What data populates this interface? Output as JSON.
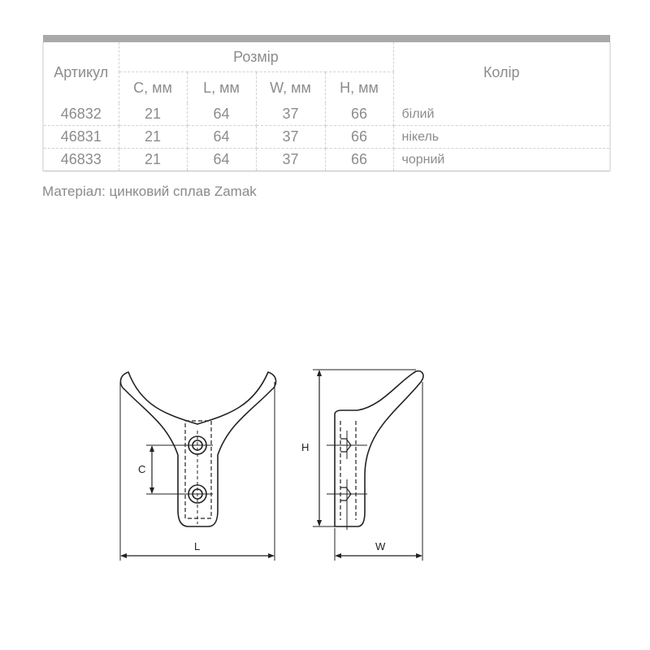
{
  "table": {
    "header": {
      "article": "Артикул",
      "size": "Розмір",
      "color": "Колір",
      "columns": [
        "C, мм",
        "L, мм",
        "W, мм",
        "H, мм"
      ]
    },
    "rows": [
      {
        "article": "46832",
        "c": "21",
        "l": "64",
        "w": "37",
        "h": "66",
        "color": "білий"
      },
      {
        "article": "46831",
        "c": "21",
        "l": "64",
        "w": "37",
        "h": "66",
        "color": "нікель"
      },
      {
        "article": "46833",
        "c": "21",
        "l": "64",
        "w": "37",
        "h": "66",
        "color": "чорний"
      }
    ]
  },
  "material": "Матеріал: цинковий сплав Zamak",
  "drawing": {
    "front_labels": {
      "c": "C",
      "l": "L"
    },
    "side_labels": {
      "h": "H",
      "w": "W"
    }
  }
}
